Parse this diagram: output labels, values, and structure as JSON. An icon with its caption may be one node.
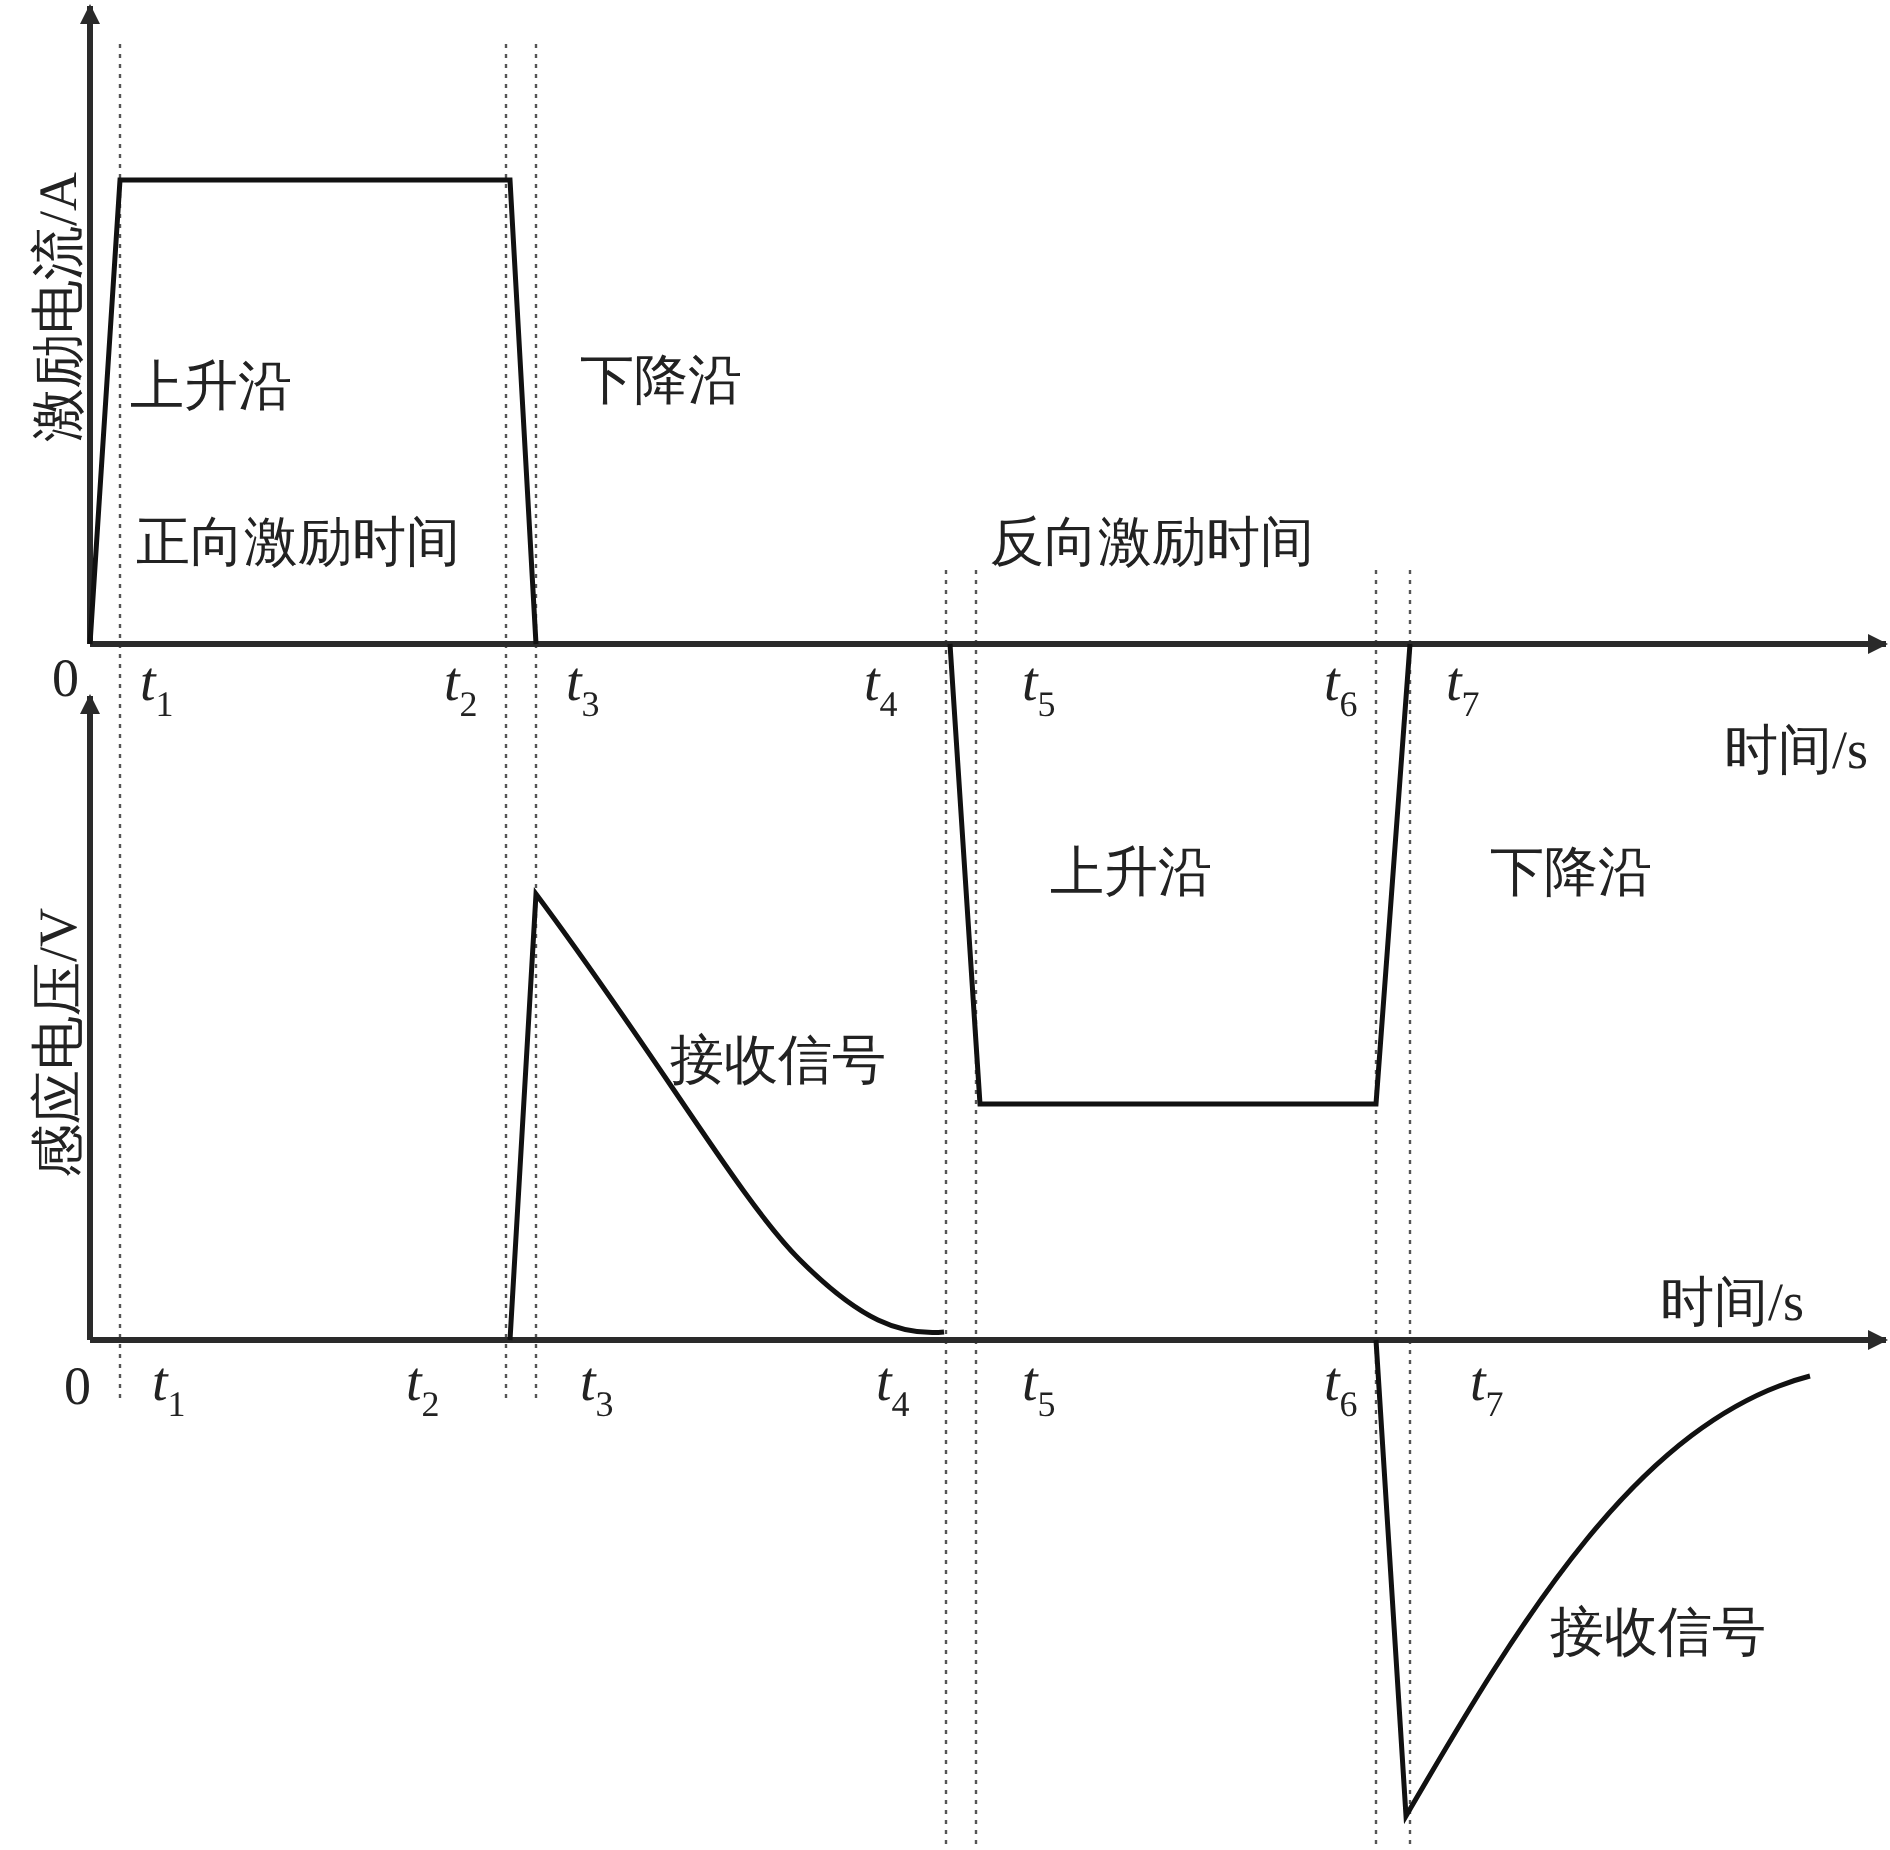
{
  "diagram": {
    "labels": [
      "激励电流/A",
      "上升沿",
      "下降沿",
      "正向激励时间",
      "反向激励时间",
      "0",
      "*t*$_{1}$",
      "*t*$_{2}$",
      "*t*$_{3}$",
      "*t*$_{4}$",
      "*t*$_{5}$",
      "*t*$_{6}$",
      "*t*$_{7}$",
      "时间/s",
      "感应电压/V",
      "上升沿",
      "下降沿",
      "接收信号",
      "时间/s",
      "0",
      "*t*$_{1}$",
      "*t*$_{2}$",
      "*t*$_{3}$",
      "*t*$_{4}$",
      "*t*$_{5}$",
      "*t*$_{6}$",
      "*t*$_{7}$",
      "接收信号"
    ]
  }
}
